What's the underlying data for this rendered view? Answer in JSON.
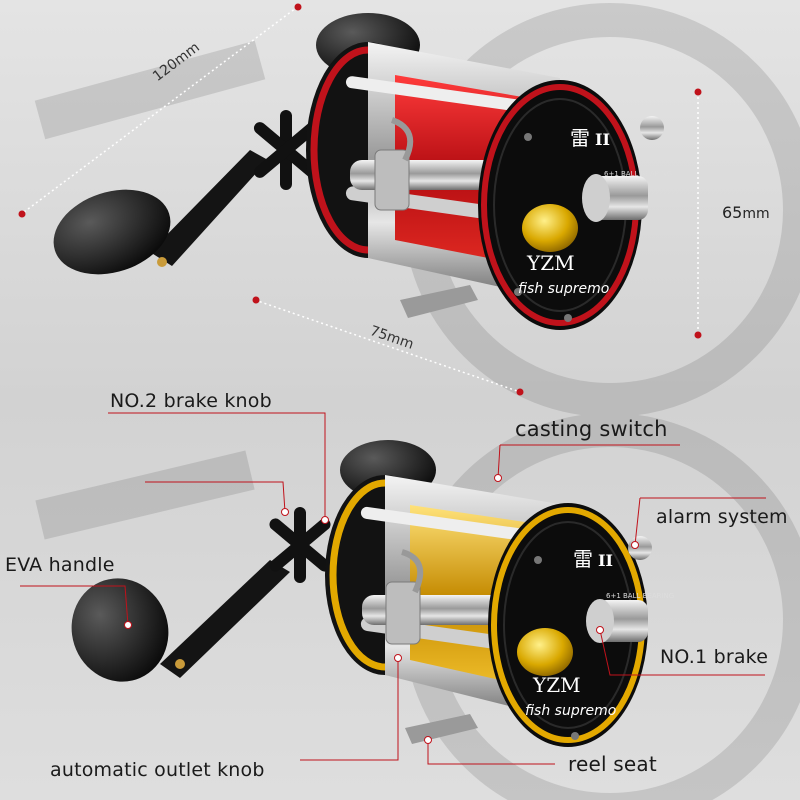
{
  "dimensions": {
    "length": "120mm",
    "width": "75mm",
    "height_value": "65",
    "height_unit": "mm"
  },
  "brand": {
    "name": "YZM",
    "tagline": "fish supremo",
    "model_glyph": "雷",
    "model_numeral": "II",
    "bearing_text": "6+1 BALL BEARING"
  },
  "callouts": {
    "no2_brake_knob": "NO.2 brake knob",
    "casting_switch": "casting switch",
    "alarm_system": "alarm system",
    "eva_handle": "EVA handle",
    "no1_brake": "NO.1 brake",
    "automatic_outlet_knob": "automatic outlet knob",
    "reel_seat": "reel seat"
  },
  "colors": {
    "background": "#d9d9d9",
    "top_accent": "#c0121b",
    "bottom_accent": "#e3a900",
    "body": "#111111",
    "leader_line": "#c0121b"
  }
}
